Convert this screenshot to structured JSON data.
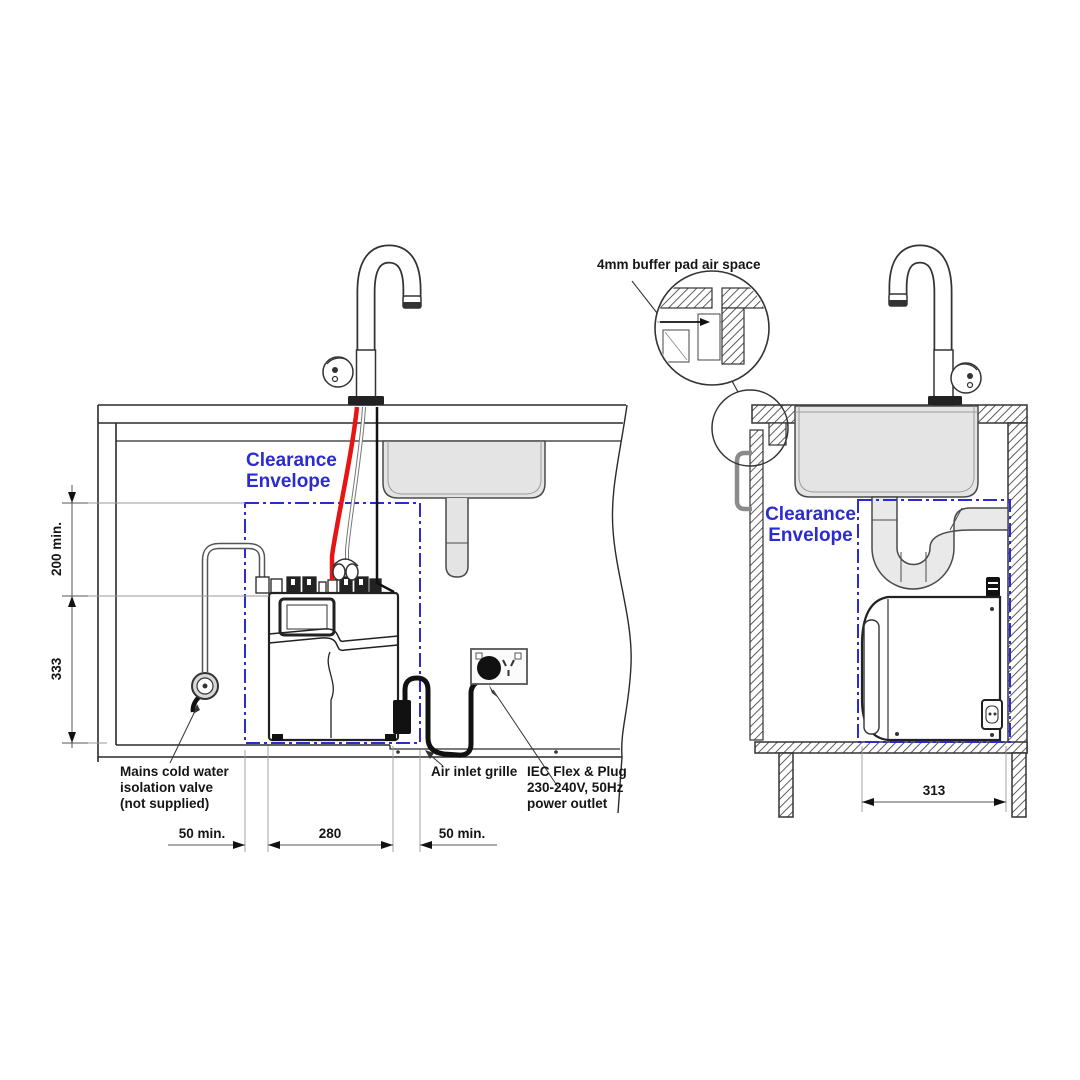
{
  "colors": {
    "envelope_blue": "#2b2bd0",
    "hot_water_red": "#e81414",
    "line_dark": "#252525"
  },
  "detail_callout": {
    "label": "4mm buffer pad air space"
  },
  "front_view": {
    "clearance_envelope": {
      "line1": "Clearance",
      "line2": "Envelope"
    },
    "dims": {
      "clearance_above": "200 min.",
      "unit_height": "333",
      "clearance_left": "50 min.",
      "unit_width": "280",
      "clearance_right": "50 min."
    },
    "labels": {
      "valve": [
        "Mains cold water",
        "isolation valve",
        "(not supplied)"
      ],
      "air_inlet": "Air inlet grille",
      "power": [
        "IEC Flex & Plug",
        "230-240V, 50Hz",
        "power outlet"
      ]
    }
  },
  "side_view": {
    "clearance_envelope": {
      "line1": "Clearance",
      "line2": "Envelope"
    },
    "dims": {
      "unit_depth": "313"
    }
  }
}
